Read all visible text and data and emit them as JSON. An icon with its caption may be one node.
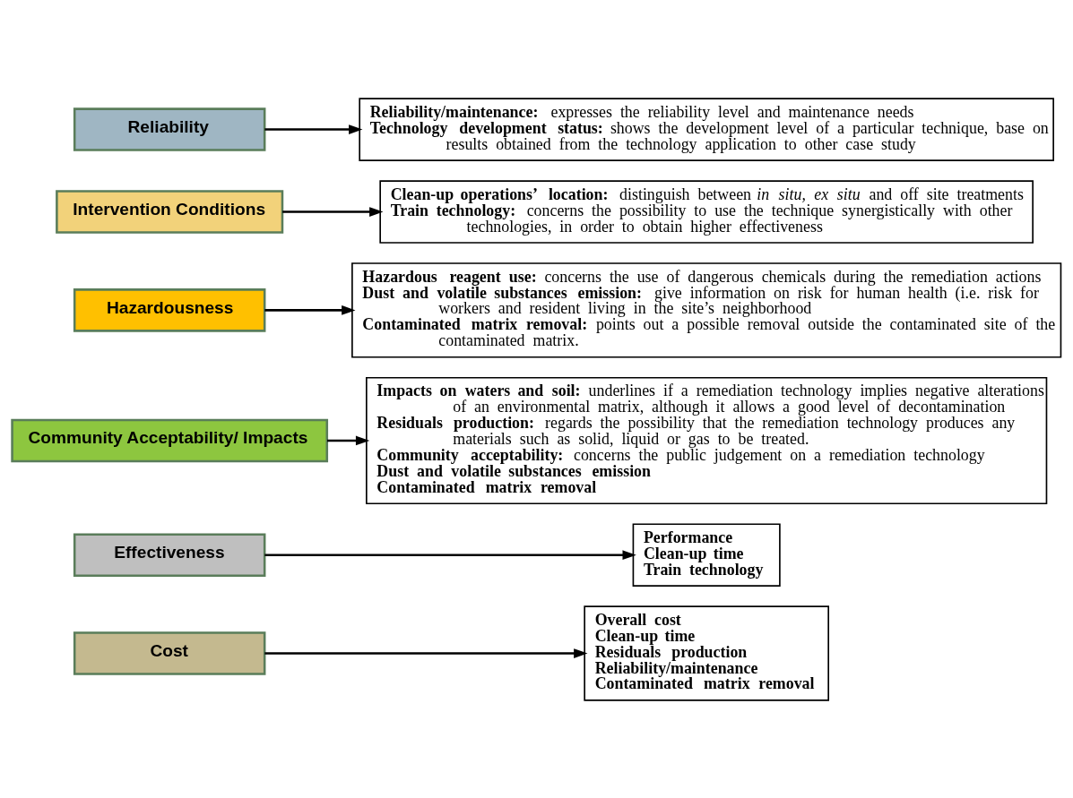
{
  "diagram": {
    "nodes": [
      {
        "text": [
          "Reliability"
        ]
      },
      {
        "text": [
          "**Reliability/maintenance:** expresses the reliability level and maintenance needs",
          "**Technology development status:** shows the development level of a particular technique, base on results obtained from the technology application to other case study"
        ]
      },
      {
        "text": [
          "Intervention Conditions"
        ]
      },
      {
        "text": [
          "**Clean-up operations’ location:** distinguish between *in situ, ex situ* and off site treatments",
          "**Train technology:** concerns the possibility to use the technique synergistically with other technologies, in order to obtain higher effectiveness"
        ]
      },
      {
        "text": [
          "Hazardousness"
        ]
      },
      {
        "text": [
          "**Hazardous reagent use:** concerns the use of dangerous chemicals during the remediation actions",
          "**Dust and volatile substances emission:** give information on risk for human health (i.e. risk for workers and resident living in the site’s neighborhood",
          "**Contaminated matrix removal:** points out a possible removal outside the contaminated site of the contaminated matrix."
        ]
      },
      {
        "text": [
          "Community Acceptability/ Impacts"
        ]
      },
      {
        "text": [
          "**Impacts on waters and soil:** underlines if a remediation technology implies negative alterations of an environmental matrix, although it allows a good level of decontamination",
          "**Residuals production:** regards the possibility that the remediation technology produces any materials such as solid, liquid or gas to be treated.",
          "**Community acceptability:** concerns the public judgement on a remediation technology",
          "Dust and volatile substances emission",
          "Contaminated matrix removal"
        ]
      },
      {
        "text": [
          "Effectiveness"
        ]
      },
      {
        "text": [
          "Performance",
          "Clean-up time",
          "Train technology"
        ]
      },
      {
        "text": [
          "Cost"
        ]
      },
      {
        "text": [
          "Overall cost",
          "Clean-up time",
          "Residuals production",
          "Reliability/maintenance",
          "Contaminated matrix removal"
        ]
      }
    ],
    "edges": [
      {
        "from": 0,
        "to": 1,
        "arrow": "to"
      },
      {
        "from": 2,
        "to": 3,
        "arrow": "to"
      },
      {
        "from": 4,
        "to": 5,
        "arrow": "to"
      },
      {
        "from": 6,
        "to": 7,
        "arrow": "to"
      },
      {
        "from": 8,
        "to": 9,
        "arrow": "to"
      },
      {
        "from": 10,
        "to": 11,
        "arrow": "to"
      }
    ]
  }
}
